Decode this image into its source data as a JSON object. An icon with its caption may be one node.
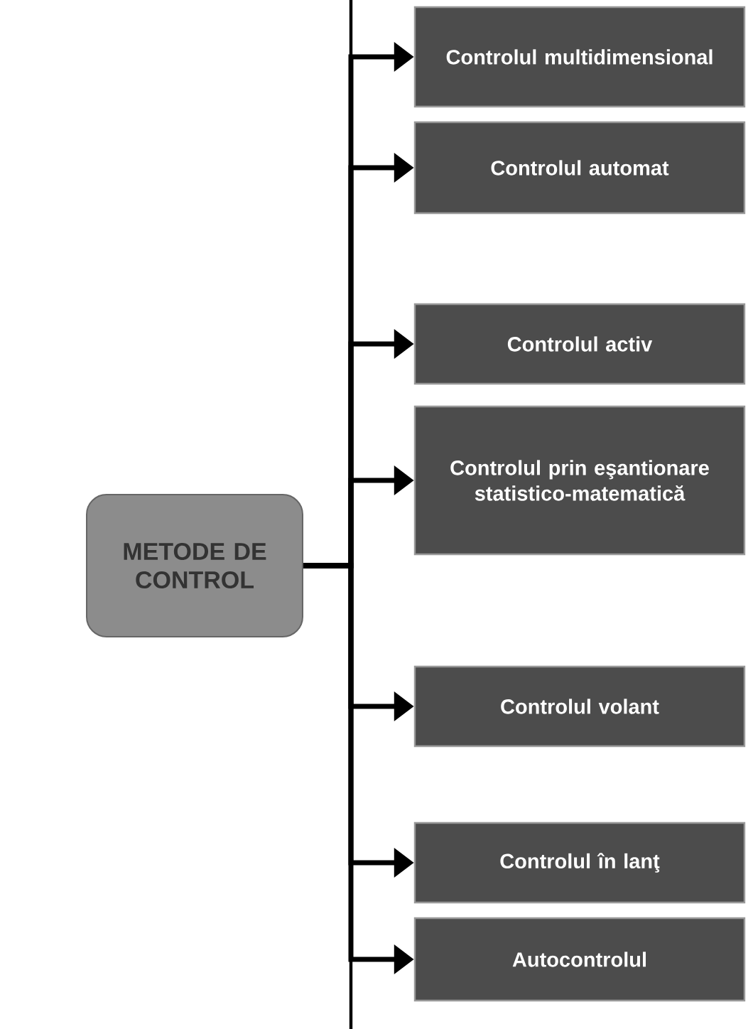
{
  "diagram": {
    "nodes": [
      {
        "text": [
          "METODE DE CONTROL"
        ]
      },
      {
        "text": [
          "Controlul multidimensional"
        ]
      },
      {
        "text": [
          "Controlul automat"
        ]
      },
      {
        "text": [
          "Controlul activ"
        ]
      },
      {
        "text": [
          "Controlul prin eşantionare statistico-matematică"
        ]
      },
      {
        "text": [
          "Controlul volant"
        ]
      },
      {
        "text": [
          "Controlul în lanţ"
        ]
      },
      {
        "text": [
          "Autocontrolul"
        ]
      }
    ],
    "edges": [
      {
        "from": 0,
        "to": 1,
        "arrow": "to"
      },
      {
        "from": 0,
        "to": 2,
        "arrow": "to"
      },
      {
        "from": 0,
        "to": 3,
        "arrow": "to"
      },
      {
        "from": 0,
        "to": 4,
        "arrow": "to"
      },
      {
        "from": 0,
        "to": 5,
        "arrow": "to"
      },
      {
        "from": 0,
        "to": 6,
        "arrow": "to"
      },
      {
        "from": 0,
        "to": 7,
        "arrow": "to"
      }
    ]
  }
}
